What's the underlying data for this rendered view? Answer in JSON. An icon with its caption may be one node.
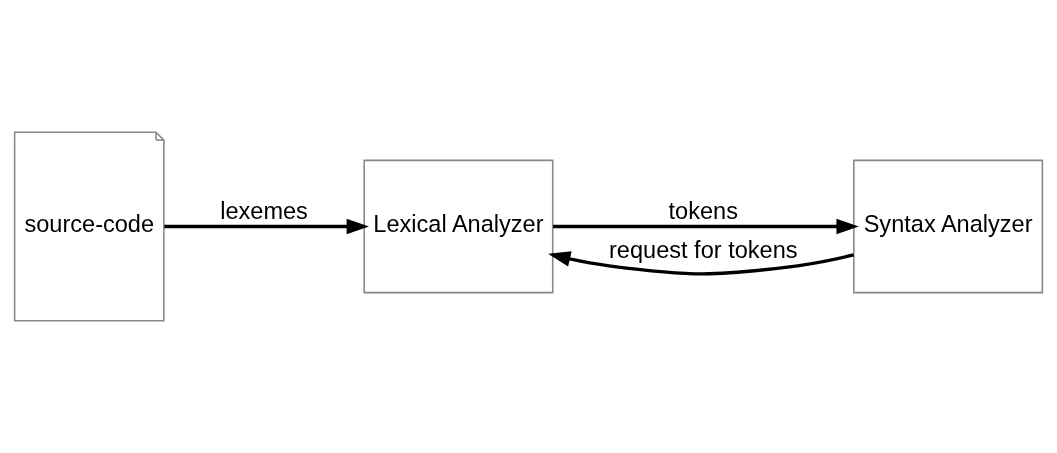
{
  "diagram": {
    "nodes": [
      {
        "text": [
          "source-code"
        ]
      },
      {
        "text": [
          "Lexical Analyzer"
        ]
      },
      {
        "text": [
          "Syntax Analyzer"
        ]
      }
    ],
    "edges": [
      {
        "from": 0,
        "to": 1,
        "arrow": "to",
        "label": "lexemes"
      },
      {
        "from": 1,
        "to": 2,
        "arrow": "to",
        "label": "tokens"
      },
      {
        "from": 2,
        "to": 1,
        "arrow": "to",
        "label": "request for tokens"
      }
    ]
  }
}
